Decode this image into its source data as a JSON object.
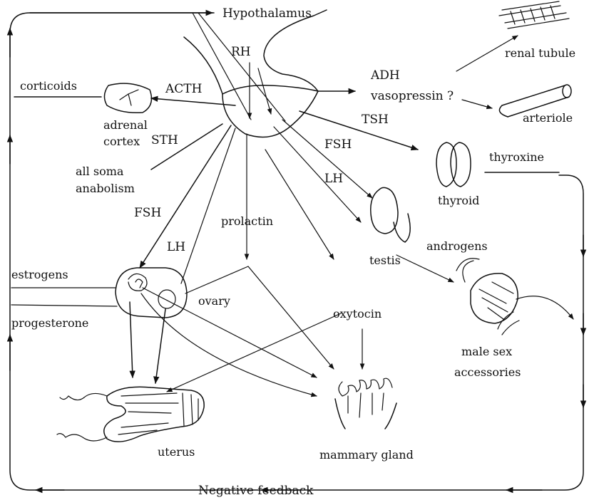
{
  "labels": {
    "hypothalamus": "Hypothalamus",
    "rh": "RH",
    "adh": "ADH",
    "vasopressin": "vasopressin ?",
    "renal_tubule": "renal tubule",
    "arteriole": "arteriole",
    "corticoids": "corticoids",
    "acth": "ACTH",
    "adrenal_cortex_1": "adrenal",
    "adrenal_cortex_2": "cortex",
    "tsh": "TSH",
    "sth": "STH",
    "fsh_upper": "FSH",
    "thyroxine": "thyroxine",
    "all_soma_1": "all soma",
    "all_soma_2": "anabolism",
    "lh_upper": "LH",
    "thyroid": "thyroid",
    "fsh_lower": "FSH",
    "prolactin": "prolactin",
    "lh_lower": "LH",
    "testis": "testis",
    "androgens": "androgens",
    "estrogens": "estrogens",
    "ovary": "ovary",
    "oxytocin": "oxytocin",
    "progesterone": "progesterone",
    "male_sex_1": "male sex",
    "male_sex_2": "accessories",
    "uterus": "uterus",
    "mammary_gland": "mammary gland",
    "negative_feedback": "Negative feedback"
  }
}
